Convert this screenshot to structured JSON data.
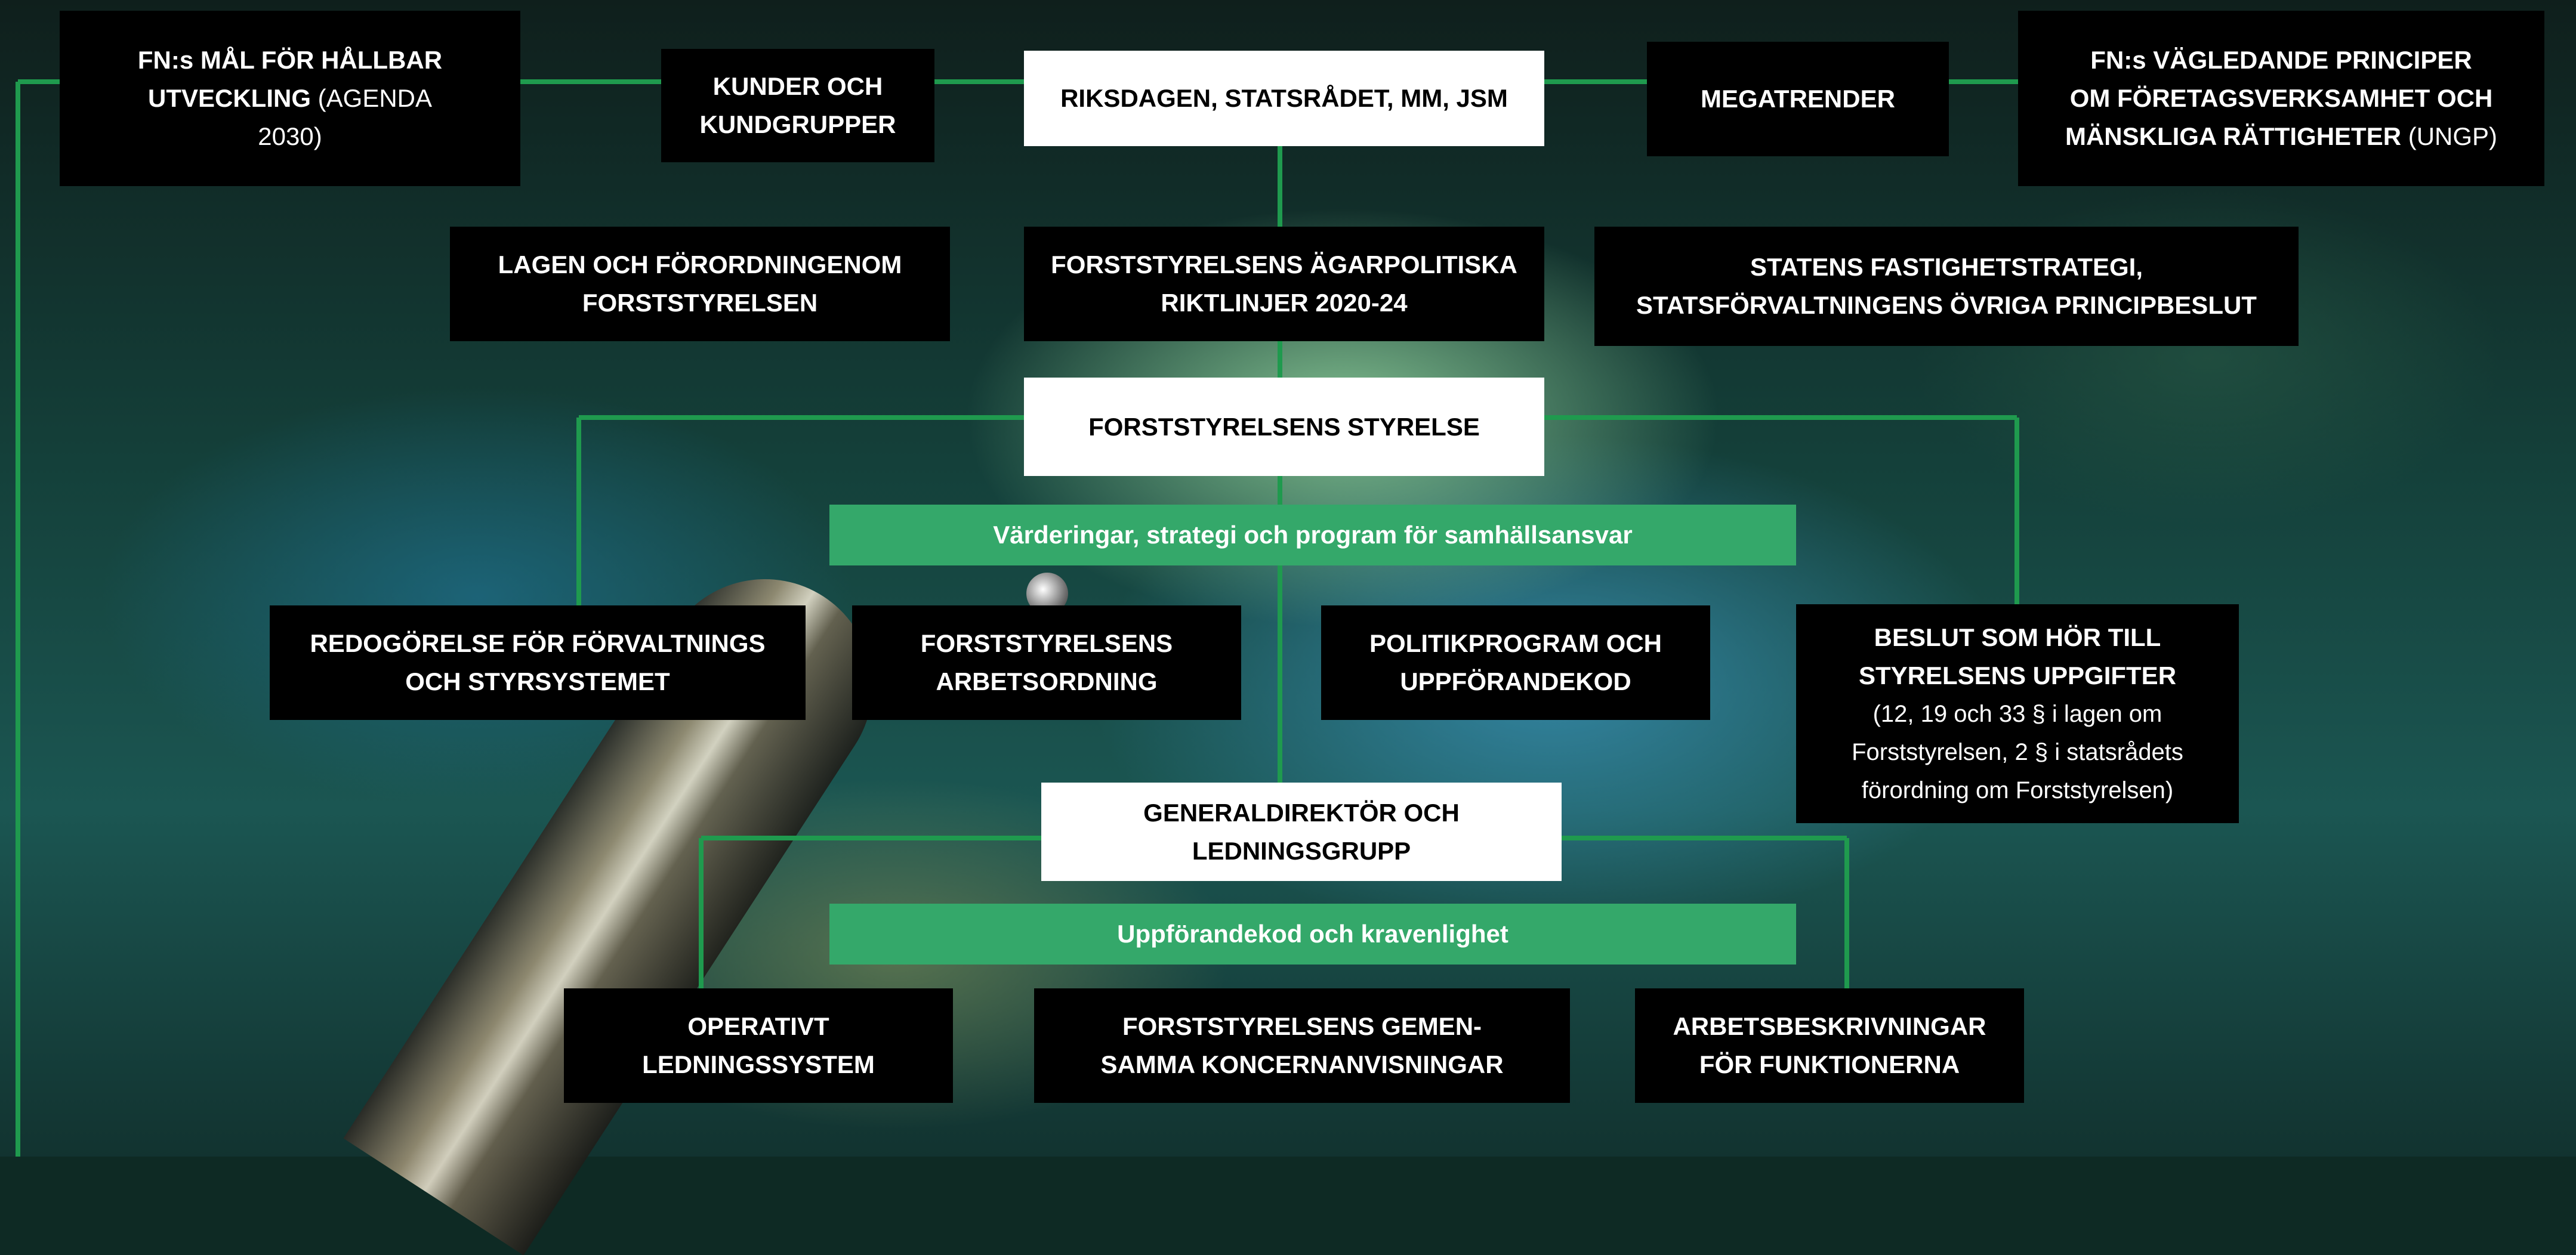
{
  "colors": {
    "line": "#1f9a4e",
    "band": "#34a86a",
    "dark_box": "#000000",
    "light_box": "#ffffff"
  },
  "top": {
    "un_goals": {
      "line1": "FN:s MÅL FÖR HÅLLBAR",
      "line2_bold": "UTVECKLING",
      "line2_normal": " (AGENDA",
      "line3": "2030)"
    },
    "customers": {
      "line1": "KUNDER OCH",
      "line2": "KUNDGRUPPER"
    },
    "parliament": "RIKSDAGEN, STATSRÅDET, MM, JSM",
    "megatrends": "MEGATRENDER",
    "ungp": {
      "line1": "FN:s VÄGLEDANDE PRINCIPER",
      "line2": "OM FÖRETAGSVERKSAMHET OCH",
      "line3_bold": "MÄNSKLIGA RÄTTIGHETER",
      "line3_normal": " (UNGP)"
    }
  },
  "second": {
    "law": {
      "line1": "LAGEN OCH FÖRORDNINGENOM",
      "line2": "FORSTSTYRELSEN"
    },
    "owner_policy": {
      "line1": "FORSTSTYRELSENS ÄGARPOLITISKA",
      "line2": "RIKTLINJER 2020-24"
    },
    "state_strategy": {
      "line1": "STATENS FASTIGHETSTRATEGI,",
      "line2": "STATSFÖRVALTNINGENS ÖVRIGA PRINCIPBESLUT"
    }
  },
  "board": "FORSTSTYRELSENS STYRELSE",
  "band1": "Värderingar, strategi och program för samhällsansvar",
  "third": {
    "governance_report": {
      "line1": "REDOGÖRELSE FÖR FÖRVALTNINGS",
      "line2": "OCH STYRSYSTEMET"
    },
    "rules_of_procedure": {
      "line1": "FORSTSTYRELSENS",
      "line2": "ARBETSORDNING"
    },
    "policy_program": {
      "line1": "POLITIKPROGRAM OCH",
      "line2": "UPPFÖRANDEKOD"
    },
    "board_decisions": {
      "line1": "BESLUT SOM HÖR TILL",
      "line2": "STYRELSENS UPPGIFTER",
      "line3": "(12, 19 och 33 § i lagen om",
      "line4": "Forststyrelsen, 2 § i statsrådets",
      "line5": "förordning om Forststyrelsen)"
    }
  },
  "management": {
    "line1": "GENERALDIREKTÖR OCH",
    "line2": "LEDNINGSGRUPP"
  },
  "band2": "Uppförandekod och kravenlighet",
  "bottom": {
    "operative": {
      "line1": "OPERATIVT",
      "line2": "LEDNINGSSYSTEM"
    },
    "group_instructions": {
      "line1": "FORSTSTYRELSENS GEMEN-",
      "line2": "SAMMA KONCERNANVISNINGAR"
    },
    "job_descriptions": {
      "line1": "ARBETSBESKRIVNINGAR",
      "line2": "FÖR FUNKTIONERNA"
    }
  }
}
